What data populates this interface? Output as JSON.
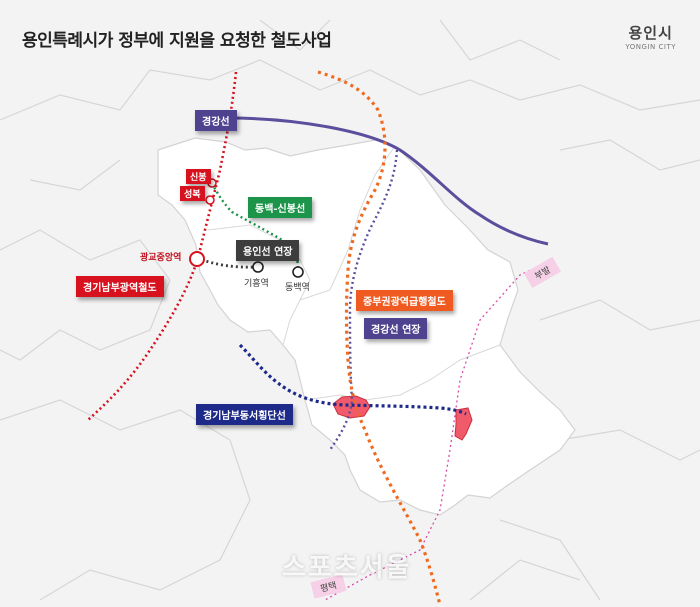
{
  "title": "용인특례시가 정부에 지원을 요청한 철도사업",
  "logo": {
    "name": "용인시",
    "name_en": "YONGIN CITY"
  },
  "lines": {
    "gyeonggang": "경강선",
    "dongbaek_sinbong": "동백-신봉선",
    "yongin_ext": "용인선 연장",
    "gyeonggi_nambu": "경기남부광역철도",
    "jungbu": "중부권광역급행철도",
    "gyeonggang_ext": "경강선 연장",
    "east_west": "경기남부동서횡단선"
  },
  "stations": {
    "sinbong": "신봉",
    "seongbok": "성복",
    "gwanggyo": "광교중앙역",
    "giheung": "기흥역",
    "dongbaek": "동백역"
  },
  "cities": {
    "bubal": "부발",
    "pyeongtaek": "평택"
  },
  "watermark": "스포츠서울",
  "colors": {
    "purple": "#5b4e9c",
    "green": "#1c9449",
    "red": "#d8111e",
    "orange": "#ef6a1f",
    "navy": "#1d2a8a",
    "pink": "#d84aa8",
    "region": "#ffffff",
    "hub": "#f05a6a"
  }
}
